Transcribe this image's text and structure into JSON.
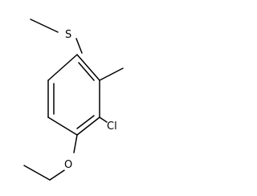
{
  "molecule": {
    "atoms": {
      "sulfur": "S",
      "chlorine": "Cl",
      "oxygen": "O"
    }
  }
}
